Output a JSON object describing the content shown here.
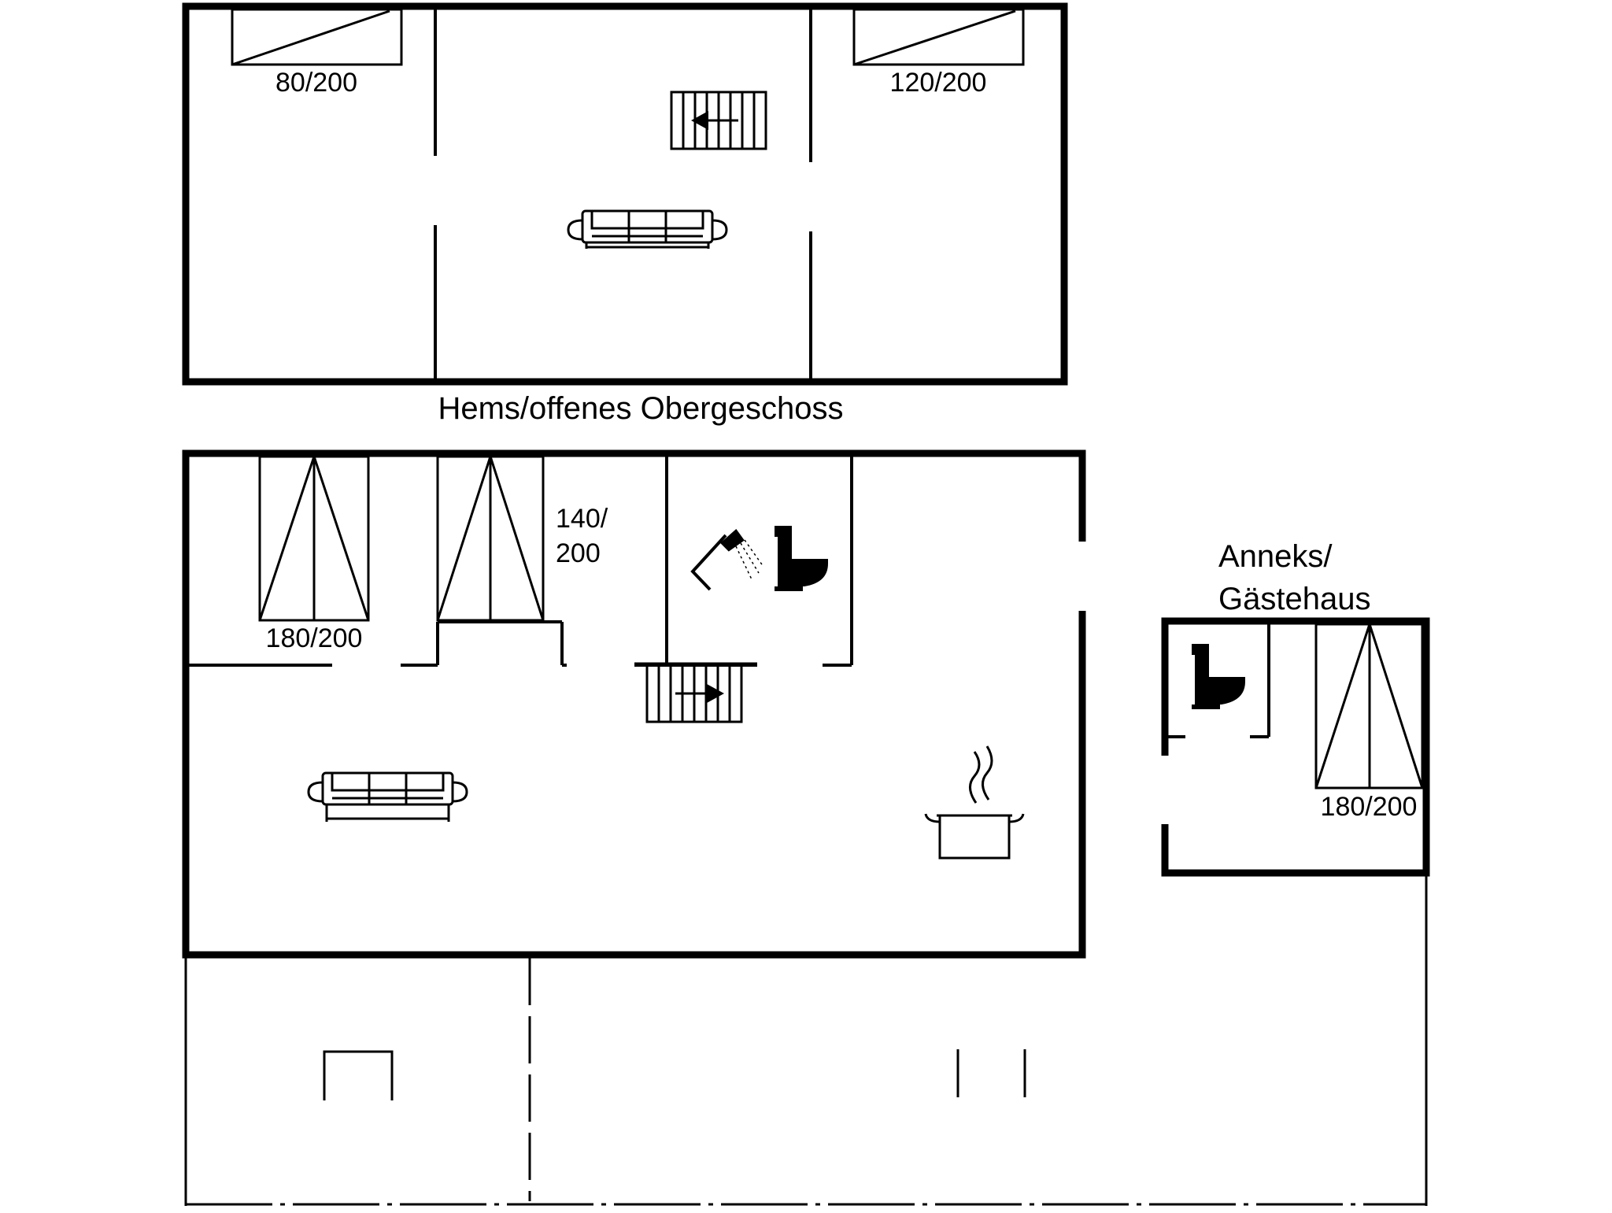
{
  "colors": {
    "background": "#ffffff",
    "ink": "#000000"
  },
  "upper_floor": {
    "caption": "Hems/offenes Obergeschoss",
    "bed_left_label": "80/200",
    "bed_right_label": "120/200",
    "icons": [
      "stairs-icon",
      "sofa-icon",
      "bed-icon"
    ]
  },
  "ground_floor": {
    "bed_left_label": "180/200",
    "bed_middle_label_line1": "140/",
    "bed_middle_label_line2": "200",
    "icons": [
      "shower-icon",
      "toilet-icon",
      "stairs-icon",
      "sofa-icon",
      "cooking-pot-icon",
      "bed-icon"
    ]
  },
  "annex": {
    "caption_line1": "Anneks/",
    "caption_line2": "Gästehaus",
    "bed_label": "180/200",
    "icons": [
      "toilet-icon",
      "bed-icon"
    ]
  }
}
